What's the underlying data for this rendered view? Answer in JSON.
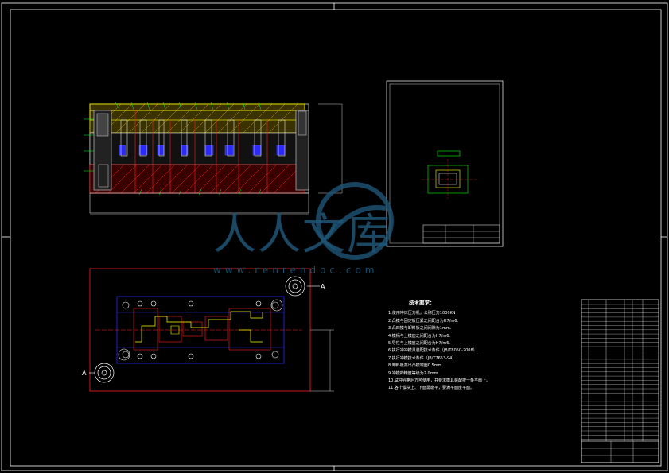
{
  "colors": {
    "background": "#000000",
    "frame": "#ffffff",
    "red": "#ff2020",
    "blue": "#2a2aff",
    "yellow": "#ffff00",
    "green": "#00ff00",
    "watermark": "#1f5577"
  },
  "watermark": {
    "text": "人人文库",
    "url": "www.renrendoc.com"
  },
  "section_marks": {
    "top_right": "A",
    "bottom_left": "A"
  },
  "technical_notes": {
    "title": "技术要求：",
    "items": [
      "1.使用冲床压力机，公称压力1000KN",
      "2.凸模与固定板压紧之间配合为H7/m6.",
      "3.凸凹模与卸料板之间间隙为1mm.",
      "4.模柄与上模座之间配合为H7/m6.",
      "5.导柱与上模座之间配合为H7/m6.",
      "6.执行冲冲模具装配技术条件（JB/T8050-2008）.",
      "7.执行冲模技术条件（JB/T7653-94）.",
      "8.卸料板高出凸模端面0.5mm.",
      "9.冲模的精度等级为2.0mm.",
      "10.试冲合格后方可使用，并要求模具装配按一条平面上。",
      "11.各个模块上、下面需磨平，要满平面度平面。"
    ]
  }
}
